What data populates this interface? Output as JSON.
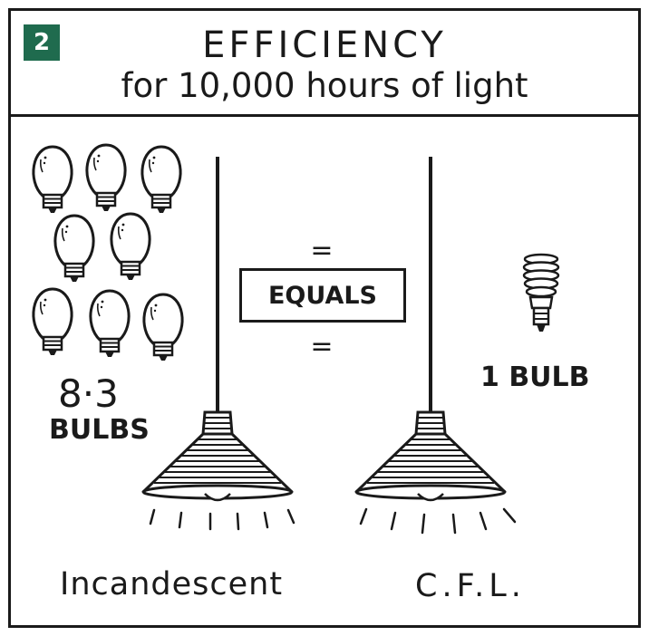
{
  "panel_number": "2",
  "title": "EFFICIENCY",
  "subtitle": "for 10,000 hours of light",
  "incandescent": {
    "count": "8·3",
    "unit": "BULBS",
    "label": "Incandescent"
  },
  "cfl": {
    "count_label": "1 BULB",
    "label": "C.F.L."
  },
  "comparison": {
    "sign": "=",
    "word": "EQUALS"
  },
  "colors": {
    "badge": "#1f6b4e",
    "ink": "#1a1a1a"
  }
}
